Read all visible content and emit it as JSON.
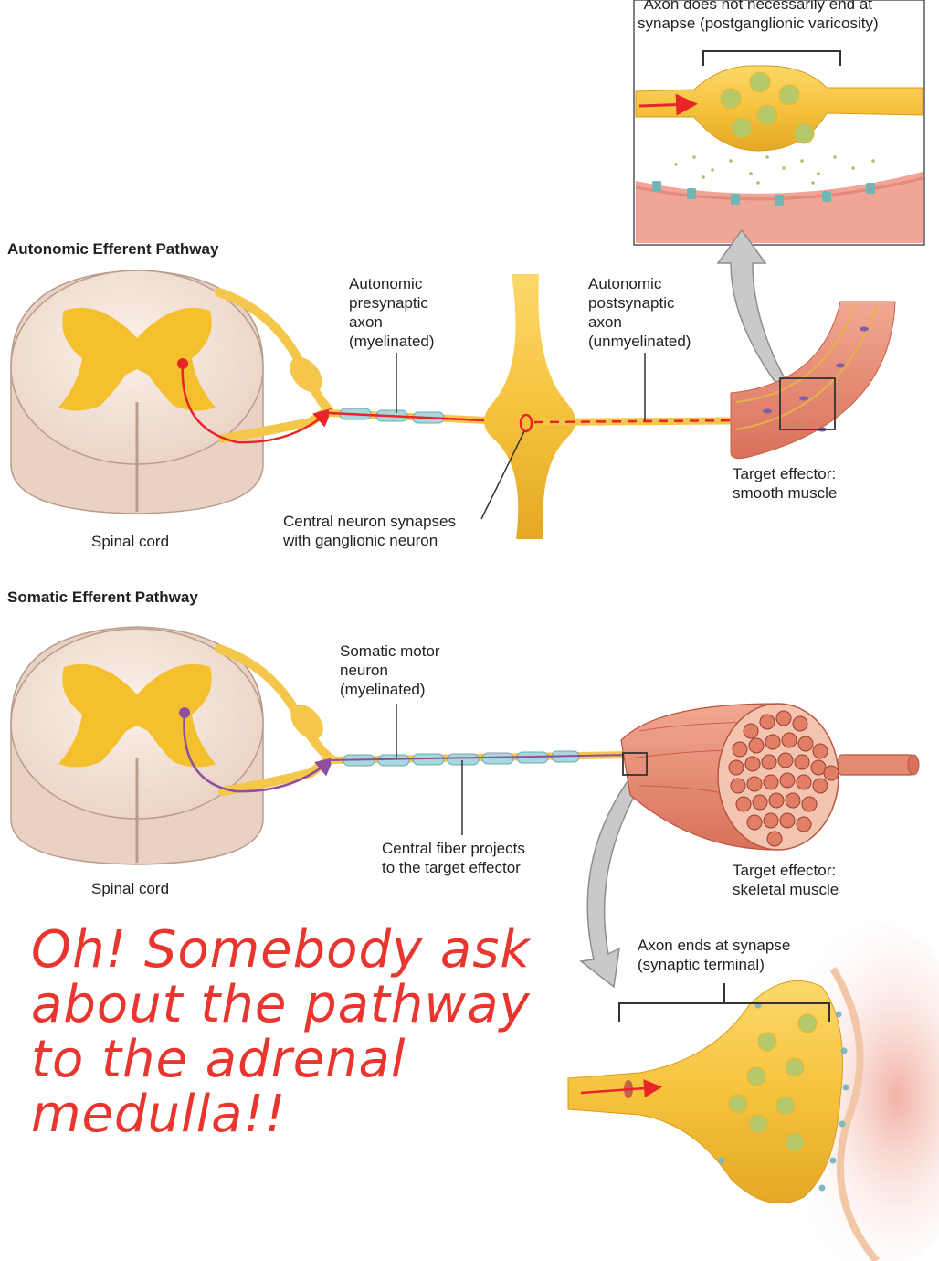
{
  "headers": {
    "autonomic": "Autonomic Efferent Pathway",
    "somatic": "Somatic Efferent Pathway"
  },
  "labels": {
    "varicosity": "Axon does not necessarily end at\nsynapse (postganglionic varicosity)",
    "presynaptic": "Autonomic\npresynaptic\naxon\n(myelinated)",
    "postsynaptic": "Autonomic\npostsynaptic\naxon\n(unmyelinated)",
    "smooth_muscle": "Target effector:\nsmooth muscle",
    "central_neuron": "Central neuron synapses\nwith ganglionic neuron",
    "spinal_cord_top": "Spinal cord",
    "somatic_motor": "Somatic motor\nneuron\n(myelinated)",
    "central_fiber": "Central fiber projects\nto the target effector",
    "skeletal_muscle": "Target effector:\nskeletal muscle",
    "spinal_cord_bottom": "Spinal cord",
    "synaptic_terminal": "Axon ends at synapse\n(synaptic terminal)"
  },
  "annotation": {
    "text": "Oh!  Somebody ask about the pathway to the adrenal medulla!!"
  },
  "colors": {
    "annotation": "#e8352e",
    "cord_white": "#f3e1d6",
    "cord_gray": "#f5c02e",
    "nerve": "#f4c64a",
    "myelin": "#a9d8dc",
    "signal_autonomic": "#e8262a",
    "signal_somatic": "#8e4fa0",
    "muscle": "#e58a72"
  }
}
